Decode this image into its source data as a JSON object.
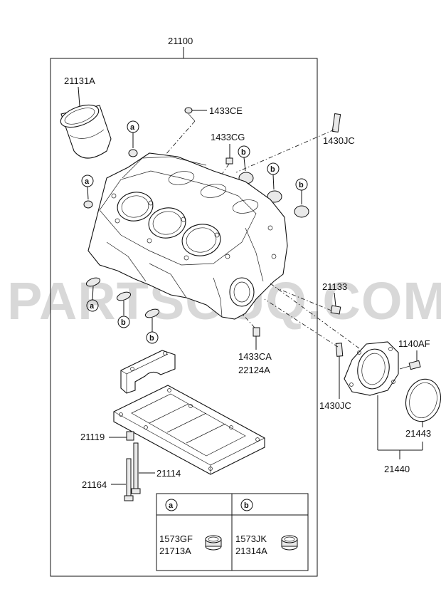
{
  "watermark": "PARTSOUQ.COM",
  "labels": {
    "assembly": "21100",
    "liner": "21131A",
    "plug_top": "1433CE",
    "plug_mid": "1433CG",
    "bolt_top_right": "1430JC",
    "plug_right": "21133",
    "dowel_lower": "1433CA",
    "dowel_lower2": "22124A",
    "bolt_right_lower": "1430JC",
    "bolt_seal": "1140AF",
    "oil_seal": "21443",
    "seal_case": "21440",
    "bolt_small": "21119",
    "bolt_long_a": "21114",
    "bolt_long_b": "21164"
  },
  "callouts": {
    "a": "a",
    "b": "b"
  },
  "legend": {
    "a_header": "a",
    "b_header": "b",
    "a_part1": "1573GF",
    "a_part2": "21713A",
    "b_part1": "1573JK",
    "b_part2": "21314A"
  }
}
